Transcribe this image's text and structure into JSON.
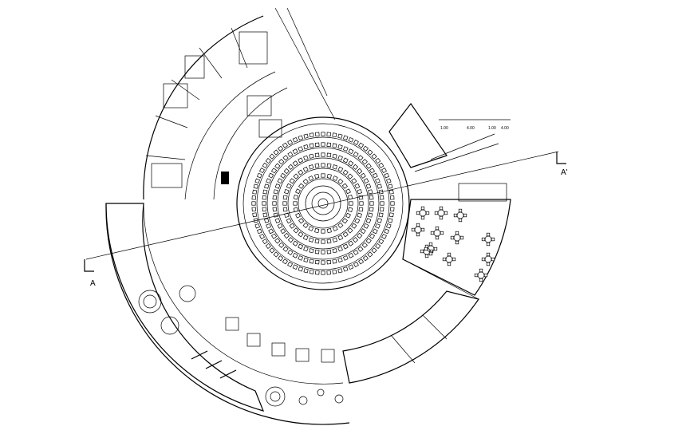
{
  "section_marks": {
    "left": "A",
    "right": "A'"
  },
  "dimensions": [
    "1.00",
    "4.00",
    "1.00",
    "4.00"
  ],
  "auditorium": {
    "ring_seat_counts": [
      28,
      40,
      52,
      64,
      76
    ]
  },
  "round_tables": {
    "count": 12
  },
  "display_pads": {
    "count": 6
  }
}
